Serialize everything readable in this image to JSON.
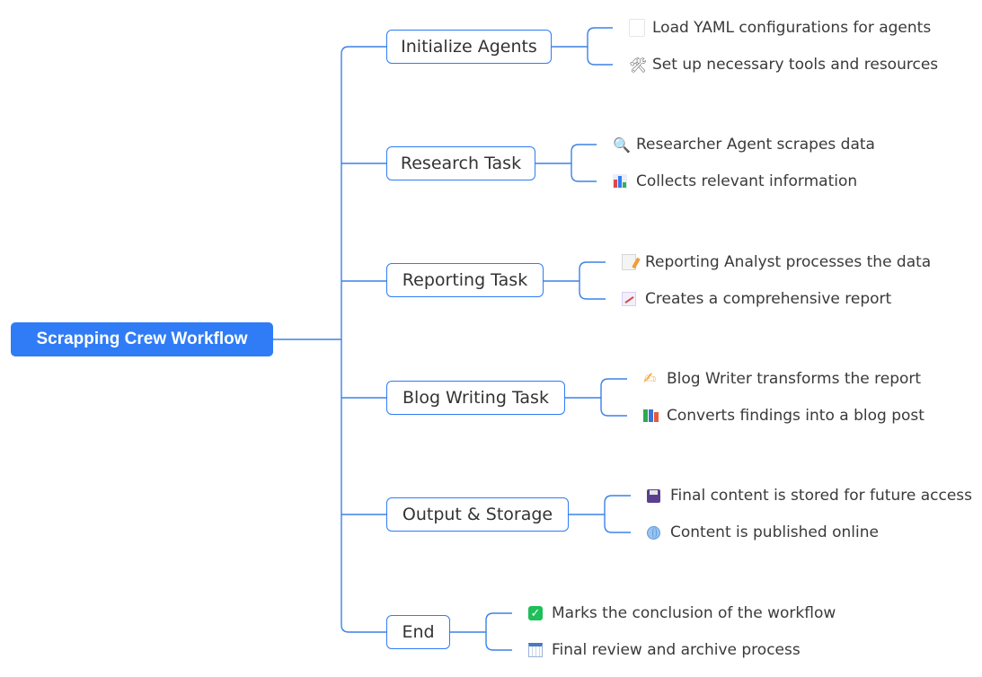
{
  "root": {
    "label": "Scrapping Crew Workflow"
  },
  "branches": [
    {
      "label": "Initialize Agents",
      "items": [
        {
          "icon": "clipboard-icon",
          "text": "Load YAML configurations for agents"
        },
        {
          "icon": "tools-icon",
          "text": "Set up necessary tools and resources"
        }
      ]
    },
    {
      "label": "Research Task",
      "items": [
        {
          "icon": "magnifier-icon",
          "text": "Researcher Agent scrapes data"
        },
        {
          "icon": "bar-chart-icon",
          "text": "Collects relevant information"
        }
      ]
    },
    {
      "label": "Reporting Task",
      "items": [
        {
          "icon": "memo-icon",
          "text": "Reporting Analyst processes the data"
        },
        {
          "icon": "trend-chart-icon",
          "text": "Creates a comprehensive report"
        }
      ]
    },
    {
      "label": "Blog Writing Task",
      "items": [
        {
          "icon": "writing-hand-icon",
          "text": "Blog Writer transforms the report"
        },
        {
          "icon": "books-icon",
          "text": "Converts findings into a blog post"
        }
      ]
    },
    {
      "label": "Output & Storage",
      "items": [
        {
          "icon": "floppy-disk-icon",
          "text": "Final content is stored for future access"
        },
        {
          "icon": "globe-icon",
          "text": "Content is published online"
        }
      ]
    },
    {
      "label": "End",
      "items": [
        {
          "icon": "check-mark-icon",
          "text": "Marks the conclusion of the workflow"
        },
        {
          "icon": "calendar-icon",
          "text": "Final review and archive process"
        }
      ]
    }
  ],
  "colors": {
    "accent": "#2f7cf6",
    "connector": "#3b82e6",
    "text": "#333333"
  }
}
